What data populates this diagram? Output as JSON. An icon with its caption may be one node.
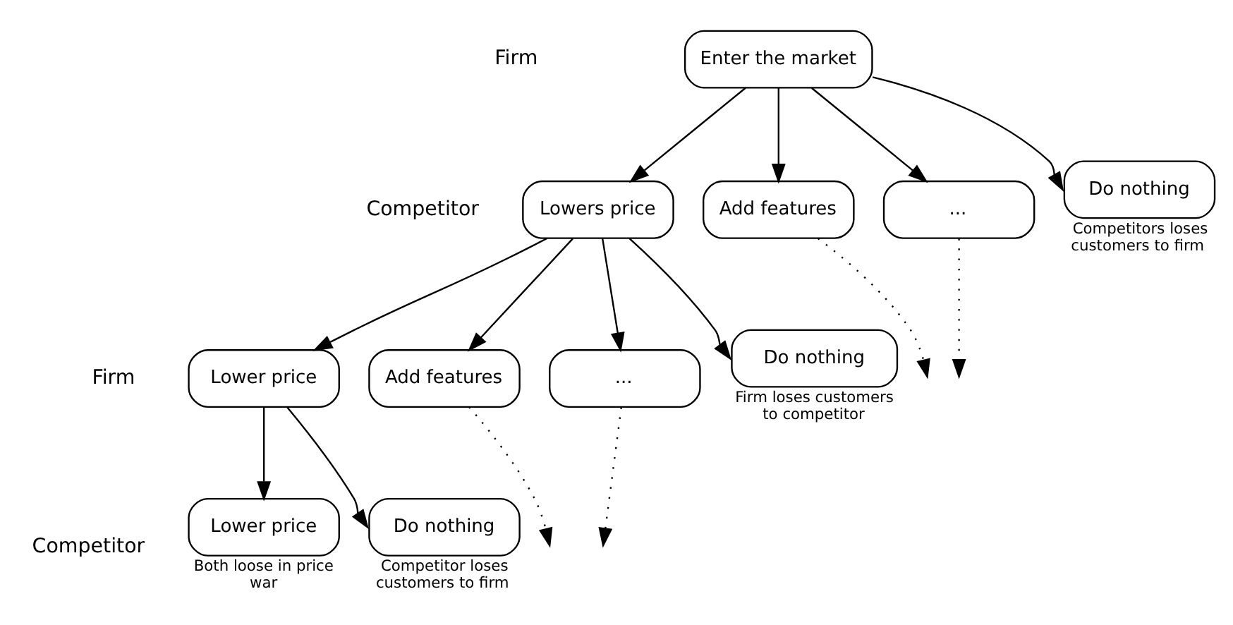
{
  "diagram": {
    "nodes": [
      {
        "text": [
          "Enter the market"
        ]
      },
      {
        "text": [
          "Lowers price"
        ]
      },
      {
        "text": [
          "Add features"
        ]
      },
      {
        "text": [
          "..."
        ]
      },
      {
        "text": [
          "Do nothing"
        ],
        "beside": [
          "Competitors loses customers to firm"
        ]
      },
      {
        "text": [
          "Lower price"
        ]
      },
      {
        "text": [
          "Add features"
        ]
      },
      {
        "text": [
          "..."
        ]
      },
      {
        "text": [
          "Do nothing"
        ],
        "beside": [
          "Firm loses customers to competitor"
        ]
      },
      {
        "text": [
          "Lower price"
        ],
        "beside": [
          "Both loose in price war"
        ]
      },
      {
        "text": [
          "Do nothing"
        ],
        "beside": [
          "Competitor loses customers to firm"
        ]
      }
    ],
    "edges": [
      {
        "from": 0,
        "to": 1,
        "arrow": "to"
      },
      {
        "from": 0,
        "to": 2,
        "arrow": "to"
      },
      {
        "from": 0,
        "to": 3,
        "arrow": "to"
      },
      {
        "from": 0,
        "to": 4,
        "arrow": "to"
      },
      {
        "from": 2,
        "to": null,
        "arrow": "to",
        "style": "dashed"
      },
      {
        "from": 3,
        "to": null,
        "arrow": "to",
        "style": "dashed"
      },
      {
        "from": 1,
        "to": 5,
        "arrow": "to"
      },
      {
        "from": 1,
        "to": 6,
        "arrow": "to"
      },
      {
        "from": 1,
        "to": 7,
        "arrow": "to"
      },
      {
        "from": 1,
        "to": 8,
        "arrow": "to"
      },
      {
        "from": 6,
        "to": null,
        "arrow": "to",
        "style": "dashed"
      },
      {
        "from": 7,
        "to": null,
        "arrow": "to",
        "style": "dashed"
      },
      {
        "from": 5,
        "to": 9,
        "arrow": "to"
      },
      {
        "from": 5,
        "to": 10,
        "arrow": "to"
      }
    ],
    "labels": [
      "Firm",
      "Competitor",
      "Firm",
      "Competitor"
    ]
  }
}
